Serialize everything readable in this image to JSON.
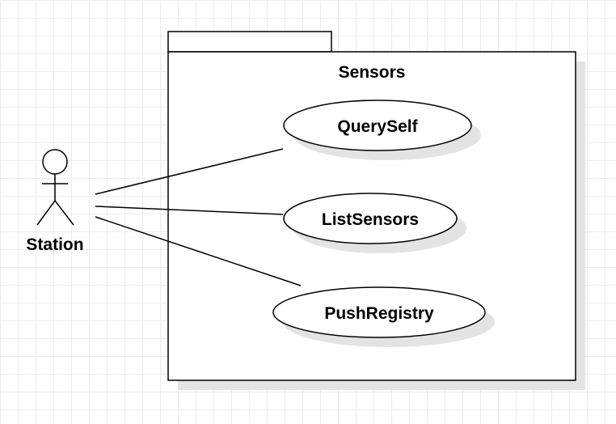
{
  "diagram": {
    "type": "use-case",
    "system": {
      "name": "Sensors"
    },
    "actor": {
      "name": "Station"
    },
    "use_cases": [
      {
        "label": "QuerySelf"
      },
      {
        "label": "ListSensors"
      },
      {
        "label": "PushRegistry"
      }
    ],
    "associations": [
      {
        "from": "Station",
        "to": "QuerySelf"
      },
      {
        "from": "Station",
        "to": "ListSensors"
      },
      {
        "from": "Station",
        "to": "PushRegistry"
      }
    ]
  }
}
